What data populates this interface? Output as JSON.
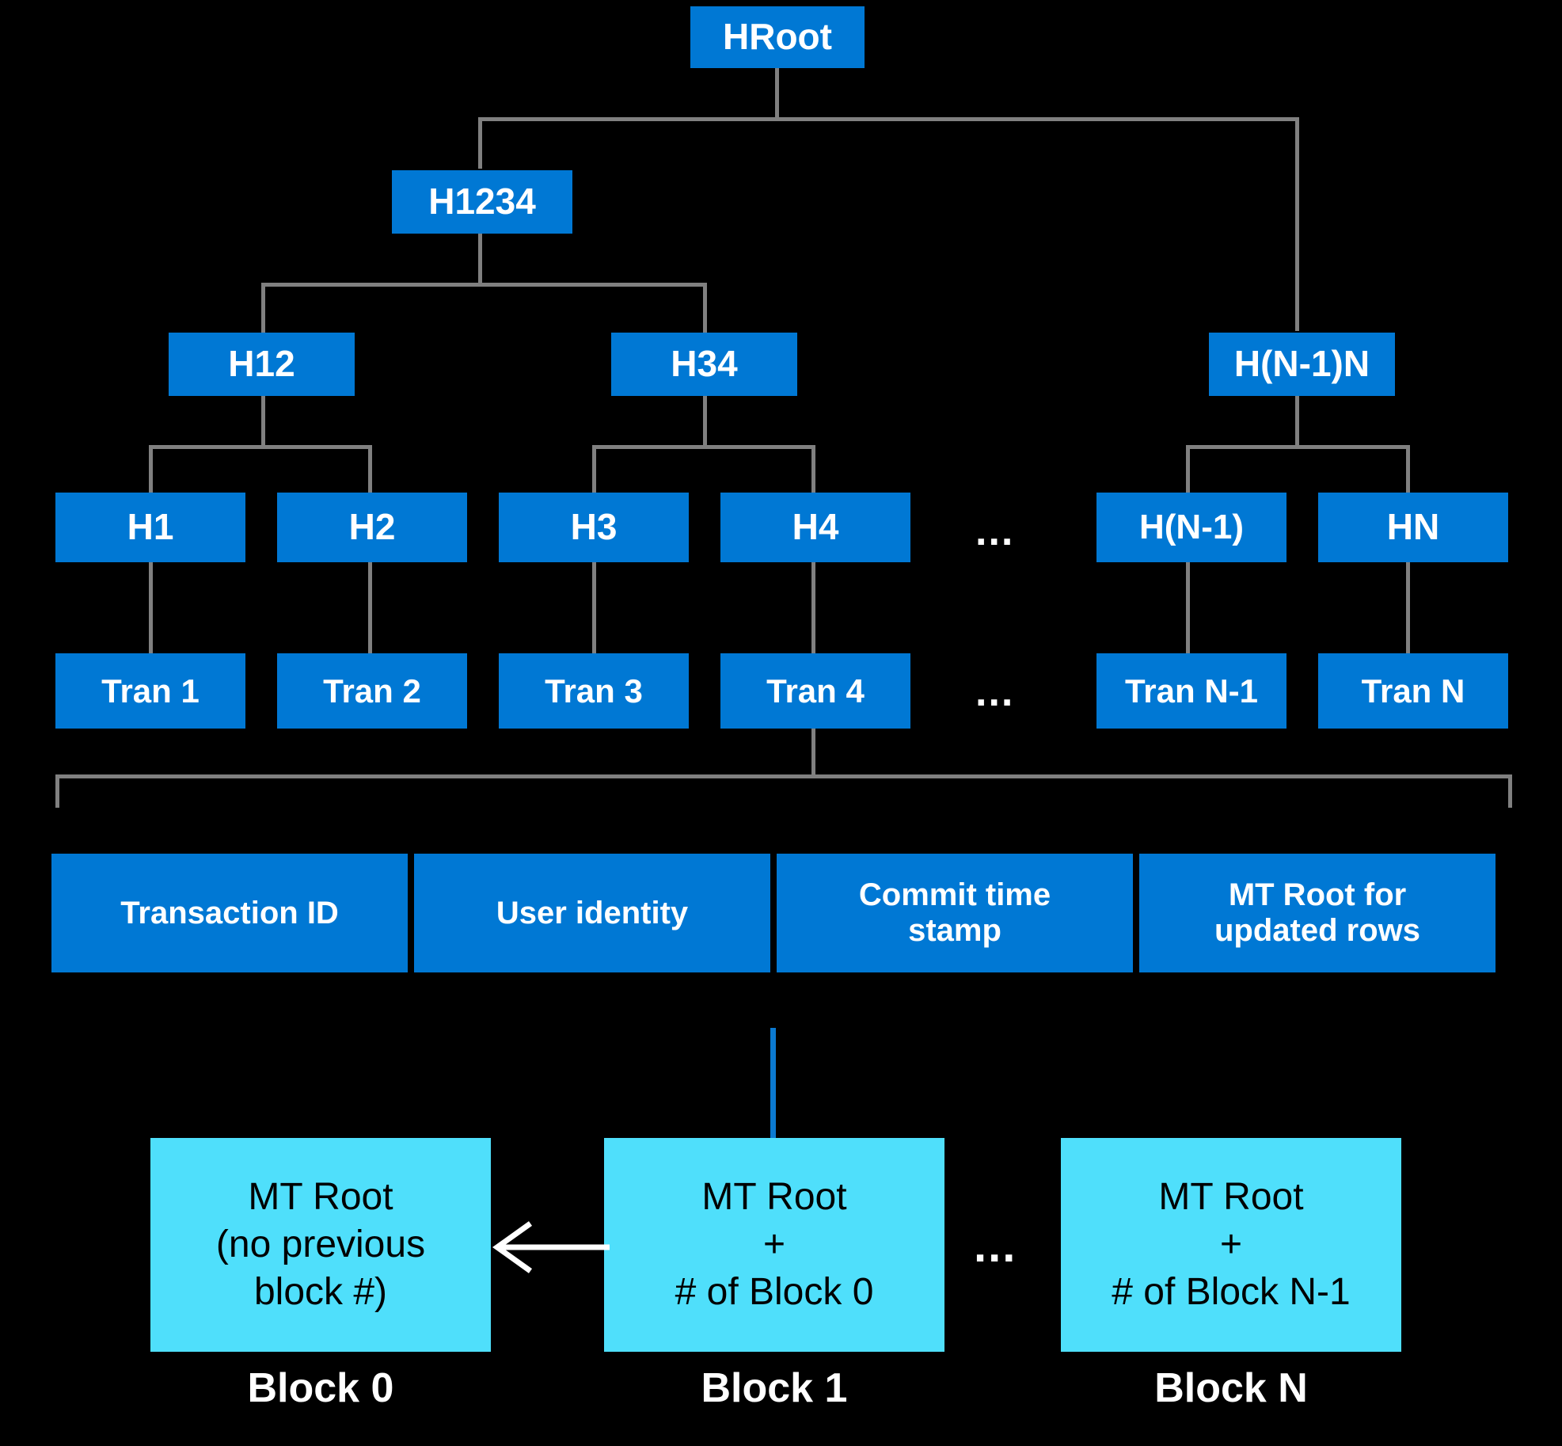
{
  "colors": {
    "background": "#000000",
    "hash_box": "#0078D4",
    "block_box": "#4FDFFB",
    "connector": "#808080",
    "blue_connector": "#0B7AD1",
    "text_light": "#FFFFFF",
    "text_dark": "#000000"
  },
  "merkle_tree": {
    "root": {
      "label": "HRoot"
    },
    "level2": [
      {
        "label": "H1234"
      }
    ],
    "level3": [
      {
        "label": "H12"
      },
      {
        "label": "H34"
      },
      {
        "label": "H(N-1)N"
      }
    ],
    "level4": [
      {
        "label": "H1"
      },
      {
        "label": "H2"
      },
      {
        "label": "H3"
      },
      {
        "label": "H4"
      },
      {
        "label": "H(N-1)"
      },
      {
        "label": "HN"
      }
    ],
    "level4_ellipsis": "...",
    "transactions": [
      {
        "label": "Tran 1"
      },
      {
        "label": "Tran 2"
      },
      {
        "label": "Tran 3"
      },
      {
        "label": "Tran 4"
      },
      {
        "label": "Tran N-1"
      },
      {
        "label": "Tran N"
      }
    ],
    "transactions_ellipsis": "..."
  },
  "transaction_detail": {
    "fields": [
      {
        "label": "Transaction ID"
      },
      {
        "label": "User identity"
      },
      {
        "label": "Commit time stamp"
      },
      {
        "label": "MT Root for updated rows"
      }
    ]
  },
  "blockchain": {
    "ellipsis": "...",
    "blocks": [
      {
        "caption": "Block 0",
        "lines": [
          "MT Root",
          "(no previous",
          "block #)"
        ]
      },
      {
        "caption": "Block 1",
        "lines": [
          "MT Root",
          "+",
          "# of Block 0"
        ]
      },
      {
        "caption": "Block N",
        "lines": [
          "MT Root",
          "+",
          "# of Block N-1"
        ]
      }
    ]
  }
}
